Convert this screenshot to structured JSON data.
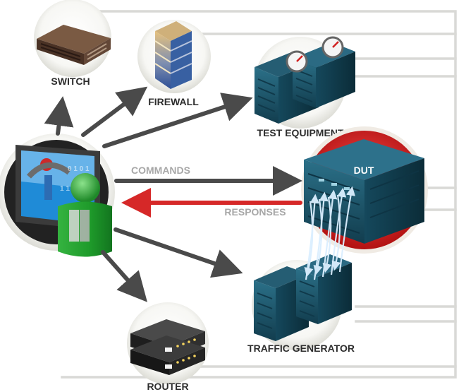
{
  "labels": {
    "switch": "SWITCH",
    "firewall": "FIREWALL",
    "test_equipment": "TEST EQUIPMENT",
    "commands": "COMMANDS",
    "dut": "DUT",
    "responses": "RESPONSES",
    "traffic_generator": "TRAFFIC GENERATOR",
    "router": "ROUTER"
  },
  "icons": {
    "switch": "switch-icon",
    "firewall": "firewall-icon",
    "test_equipment": "test-equipment-icon",
    "dut": "dut-icon",
    "traffic_generator": "traffic-generator-icon",
    "router": "router-icon",
    "controller": "controller-computer-icon",
    "user": "user-icon"
  },
  "colors": {
    "arrow": "#4a4a4a",
    "response_arrow": "#d62828",
    "connector": "#d9d9d6",
    "server": "#1f5970",
    "label": "#2d2d2d",
    "label_muted": "#a7a7a7",
    "dut_ring": "#d72222"
  }
}
